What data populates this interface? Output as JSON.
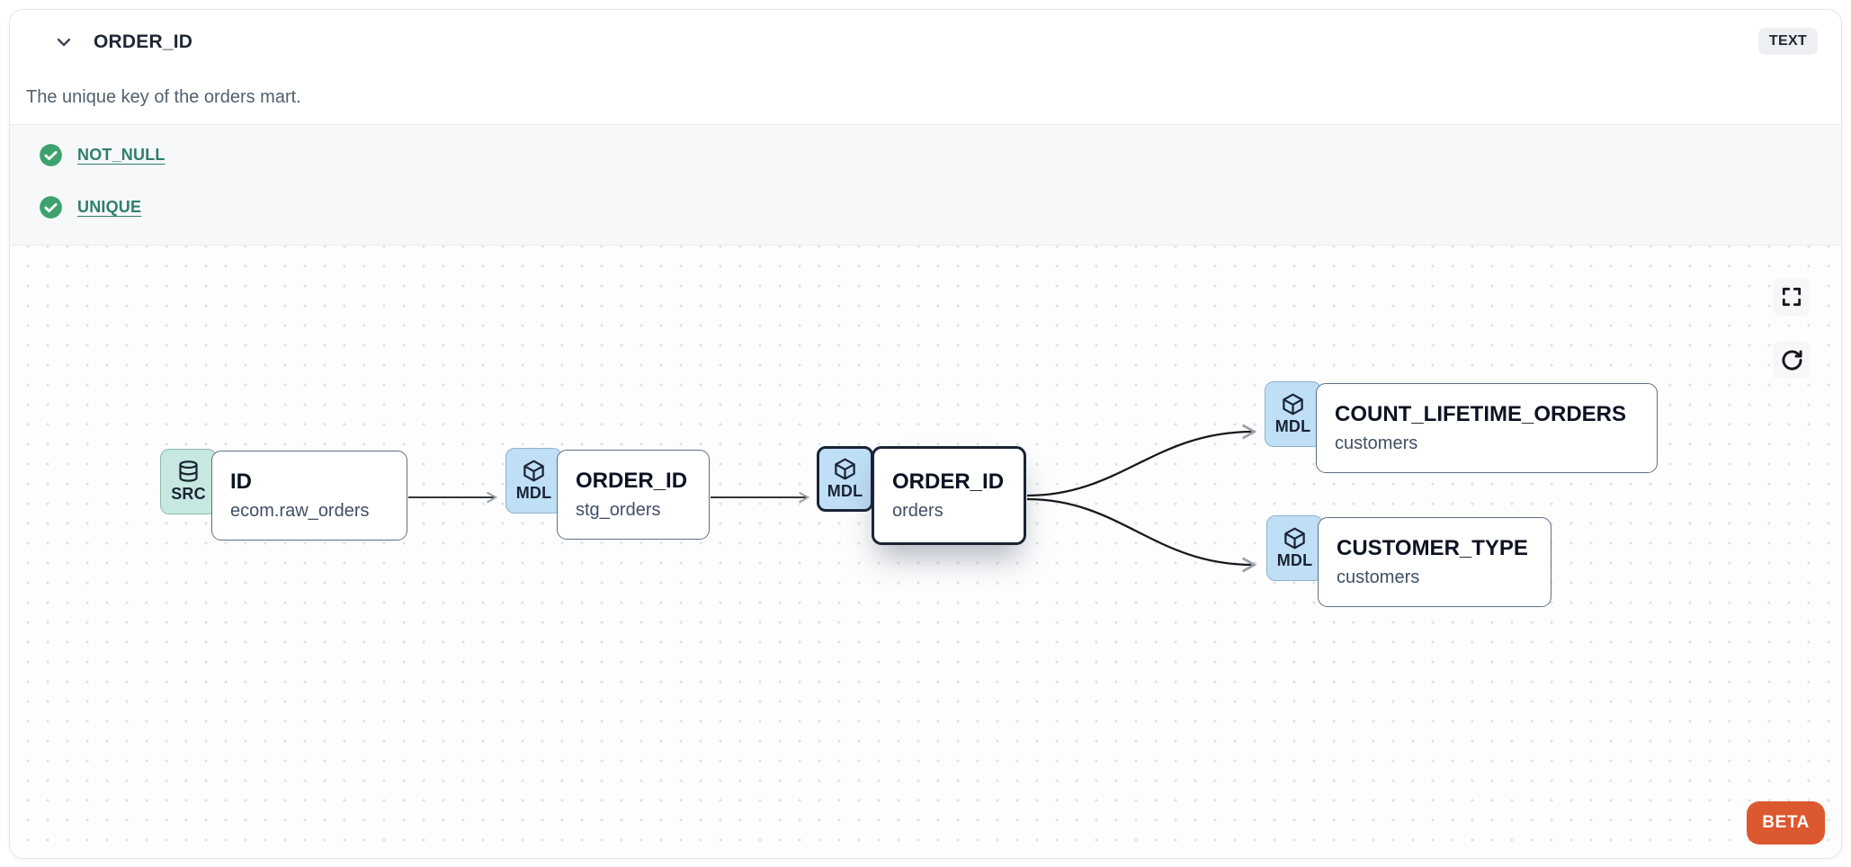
{
  "header": {
    "title": "ORDER_ID",
    "description": "The unique key of the orders mart.",
    "type_badge": "TEXT"
  },
  "tests": [
    {
      "label": "NOT_NULL",
      "status": "pass"
    },
    {
      "label": "UNIQUE",
      "status": "pass"
    }
  ],
  "lineage": {
    "nodes": [
      {
        "badge": "SRC",
        "icon": "database-icon",
        "title": "ID",
        "subtitle": "ecom.raw_orders",
        "selected": false
      },
      {
        "badge": "MDL",
        "icon": "cube-icon",
        "title": "ORDER_ID",
        "subtitle": "stg_orders",
        "selected": false
      },
      {
        "badge": "MDL",
        "icon": "cube-icon",
        "title": "ORDER_ID",
        "subtitle": "orders",
        "selected": true
      },
      {
        "badge": "MDL",
        "icon": "cube-icon",
        "title": "COUNT_LIFETIME_ORDERS",
        "subtitle": "customers",
        "selected": false
      },
      {
        "badge": "MDL",
        "icon": "cube-icon",
        "title": "CUSTOMER_TYPE",
        "subtitle": "customers",
        "selected": false
      }
    ],
    "edges": [
      {
        "from": 0,
        "to": 1
      },
      {
        "from": 1,
        "to": 2
      },
      {
        "from": 2,
        "to": 3
      },
      {
        "from": 2,
        "to": 4
      }
    ],
    "beta_label": "BETA"
  },
  "colors": {
    "accent_orange": "#dc582f",
    "test_link_teal": "#2f7e6e",
    "check_green": "#3ea26f",
    "src_badge_bg": "#c6e8e1",
    "mdl_badge_bg": "#bfdff6",
    "selected_border": "#1b2435"
  }
}
